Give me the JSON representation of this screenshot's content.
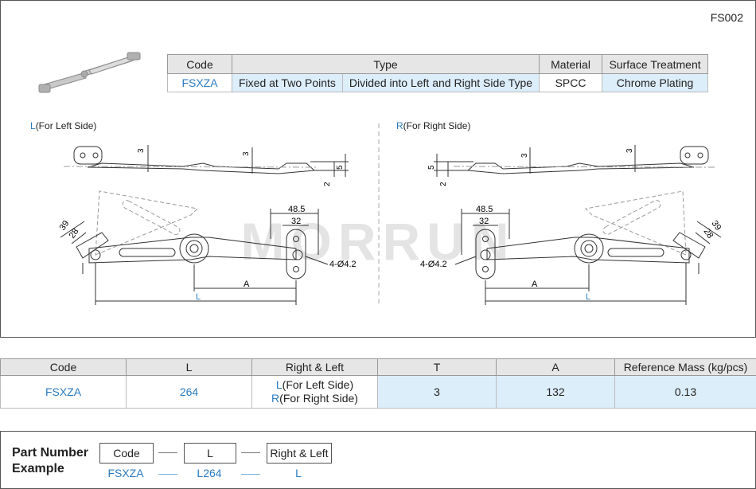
{
  "page_id": "FS002",
  "spec_table": {
    "headers": {
      "code": "Code",
      "type": "Type",
      "material": "Material",
      "surface": "Surface Treatment"
    },
    "row": {
      "code": "FSXZA",
      "type1": "Fixed at Two Points",
      "type2": "Divided into Left and Right Side Type",
      "material": "SPCC",
      "surface": "Chrome Plating"
    }
  },
  "left_side": {
    "prefix": "L",
    "text": "(For Left Side)"
  },
  "right_side": {
    "prefix": "R",
    "text": "(For Right Side)"
  },
  "dims": {
    "d3": "3",
    "d5": "5",
    "d2": "2",
    "d48": "48.5",
    "d32": "32",
    "hole": "4-Ø4.2",
    "d39": "39",
    "d28": "28",
    "a": "A",
    "l": "L"
  },
  "watermark": "MORRUN",
  "data_table": {
    "headers": [
      "Code",
      "L",
      "Right & Left",
      "T",
      "A",
      "Reference Mass (kg/pcs)"
    ],
    "row": {
      "code": "FSXZA",
      "l": "264",
      "rl_l_prefix": "L",
      "rl_l_text": "(For Left Side)",
      "rl_r_prefix": "R",
      "rl_r_text": "(For Right Side)",
      "t": "3",
      "a": "132",
      "mass": "0.13"
    }
  },
  "part_number": {
    "title_line1": "Part Number",
    "title_line2": "Example",
    "labels": [
      "Code",
      "L",
      "Right & Left"
    ],
    "values": [
      "FSXZA",
      "L264",
      "L"
    ]
  }
}
